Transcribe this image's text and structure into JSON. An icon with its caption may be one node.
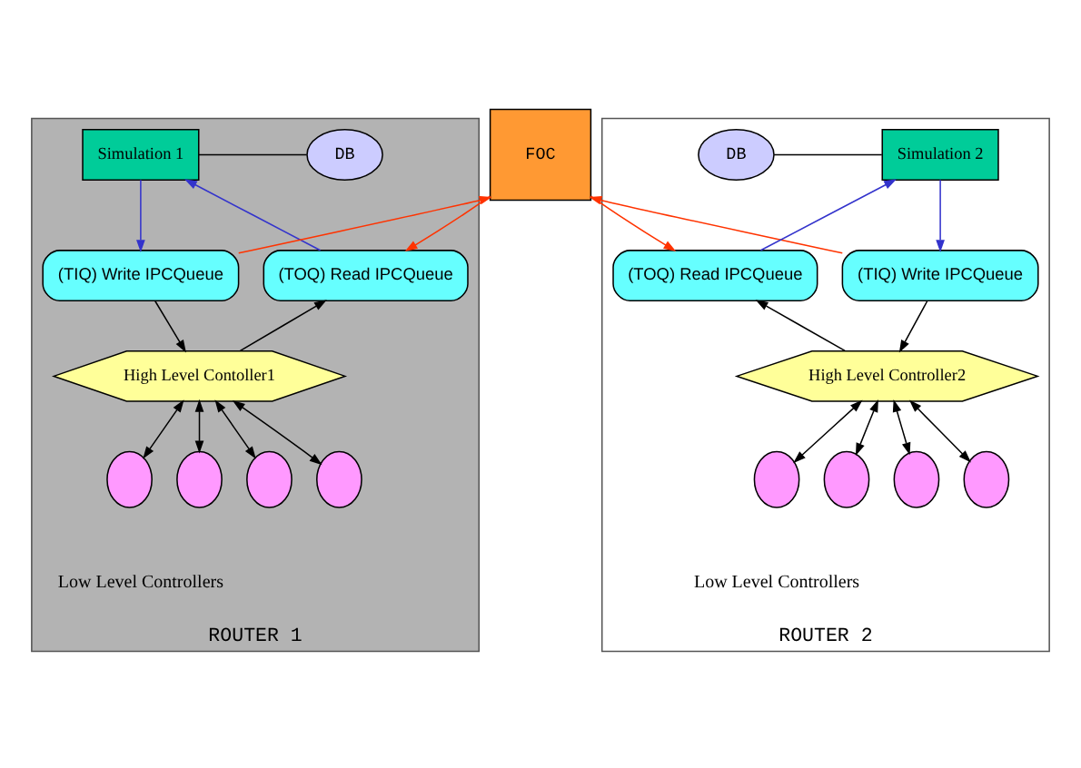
{
  "diagram": {
    "nodes": [
      {
        "text": [
          "ROUTER 1"
        ]
      },
      {
        "text": [
          "DB"
        ],
        "in": 0
      },
      {
        "text": [
          "Simulation 1"
        ],
        "in": 0
      },
      {
        "text": [
          "FOC"
        ]
      },
      {
        "text": [
          "ROUTER 2"
        ]
      },
      {
        "text": [
          "Simulation 2"
        ],
        "in": 4
      },
      {
        "text": [
          "DB"
        ],
        "in": 4
      },
      {
        "text": [
          "(TOQ) Read IPCQueue"
        ],
        "in": 0
      },
      {
        "text": [
          "(TIQ) Write IPCQueue"
        ],
        "in": 0
      },
      {
        "text": [
          "(TIQ) Write IPCQueue"
        ],
        "in": 4
      },
      {
        "text": [
          "(TOQ) Read IPCQueue"
        ],
        "in": 4
      },
      {
        "text": [
          "High Level Contoller1"
        ],
        "in": 0
      },
      {
        "text": [
          "High Level Controller2"
        ],
        "in": 4
      },
      {
        "text": [],
        "shape": "circle",
        "in": 0
      },
      {
        "text": [],
        "shape": "circle",
        "in": 0
      },
      {
        "text": [],
        "shape": "circle",
        "in": 0
      },
      {
        "text": [],
        "shape": "circle",
        "in": 0
      },
      {
        "text": [],
        "shape": "circle",
        "in": 4
      },
      {
        "text": [],
        "shape": "circle",
        "in": 4
      },
      {
        "text": [],
        "shape": "circle",
        "in": 4
      },
      {
        "text": [],
        "shape": "circle",
        "in": 4
      }
    ],
    "edges": [
      {
        "from": 1,
        "to": 2,
        "arrow": "none"
      },
      {
        "from": 7,
        "to": 2,
        "arrow": "to",
        "color": "#3333cc"
      },
      {
        "from": 2,
        "to": 8,
        "arrow": "to",
        "color": "#3333cc"
      },
      {
        "from": 3,
        "to": 7,
        "arrow": "to",
        "color": "#ff3300"
      },
      {
        "from": 8,
        "to": 3,
        "arrow": "to",
        "color": "#ff3300"
      },
      {
        "from": 5,
        "to": 9,
        "arrow": "to",
        "color": "#3333cc"
      },
      {
        "from": 10,
        "to": 5,
        "arrow": "to",
        "color": "#3333cc"
      },
      {
        "from": 9,
        "to": 3,
        "arrow": "to",
        "color": "#ff3300"
      },
      {
        "from": 3,
        "to": 10,
        "arrow": "to",
        "color": "#ff3300"
      },
      {
        "from": 5,
        "to": 6,
        "arrow": "none"
      },
      {
        "from": 11,
        "to": 7,
        "arrow": "to"
      },
      {
        "from": 8,
        "to": 11,
        "arrow": "to"
      },
      {
        "from": 9,
        "to": 12,
        "arrow": "to"
      },
      {
        "from": 12,
        "to": 10,
        "arrow": "to"
      },
      {
        "from": 11,
        "to": 13,
        "arrow": "both"
      },
      {
        "from": 11,
        "to": 14,
        "arrow": "both"
      },
      {
        "from": 11,
        "to": 15,
        "arrow": "both"
      },
      {
        "from": 11,
        "to": 16,
        "arrow": "both"
      },
      {
        "from": 12,
        "to": 17,
        "arrow": "both"
      },
      {
        "from": 12,
        "to": 18,
        "arrow": "both"
      },
      {
        "from": 12,
        "to": 19,
        "arrow": "both"
      },
      {
        "from": 12,
        "to": 20,
        "arrow": "both"
      }
    ],
    "labels": [
      "Low Level Controllers",
      "Low Level Controllers"
    ]
  }
}
